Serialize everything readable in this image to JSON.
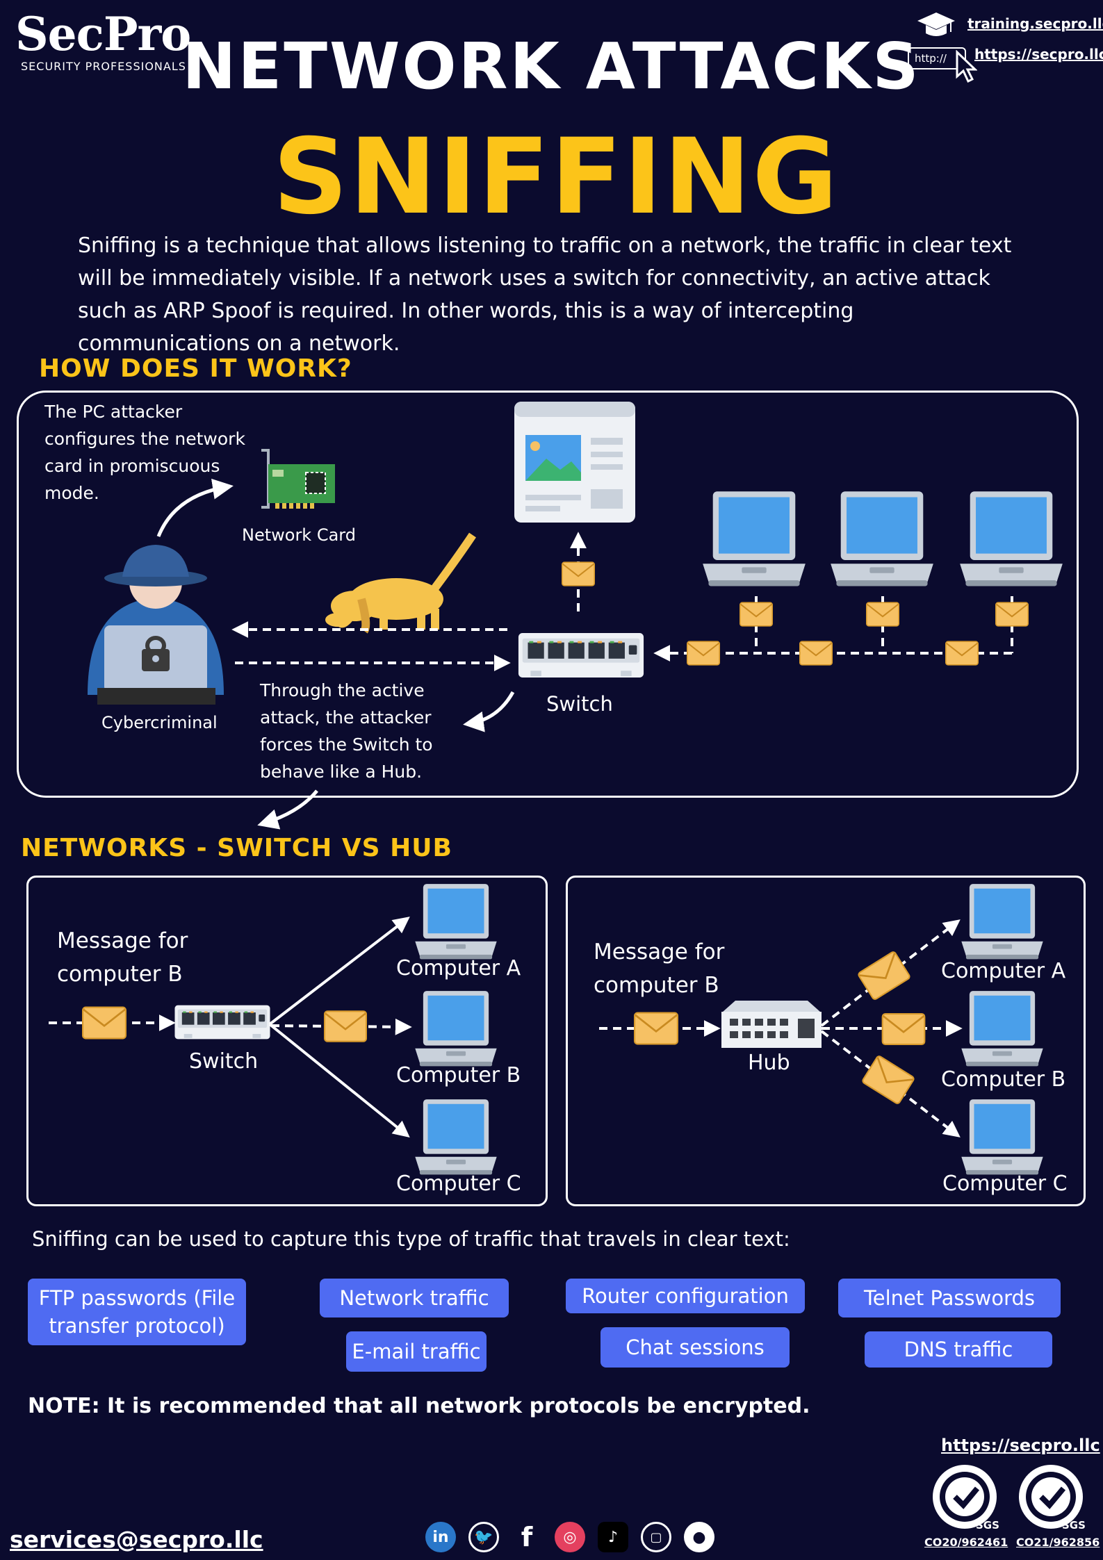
{
  "header": {
    "logo_text": "SecPro",
    "logo_tagline": "SECURITY PROFESSIONALS",
    "title": "NETWORK ATTACKS",
    "subtitle": "SNIFFING",
    "link_training": "training.secpro.llc",
    "link_site": "https://secpro.llc",
    "http_label": "http://"
  },
  "intro": "Sniffing is a technique that allows listening to traffic on a network, the traffic in clear text will be immediately visible. If a network uses a switch for connectivity, an active attack such as ARP Spoof is required. In other words, this is a way of intercepting communications on a network.",
  "how": {
    "heading": "HOW DOES IT WORK?",
    "attacker_note": "The PC attacker configures the network card in promiscuous mode.",
    "network_card": "Network Card",
    "cybercriminal": "Cybercriminal",
    "switch": "Switch",
    "active_attack_note": "Through the active attack, the attacker forces the Switch to behave like a Hub."
  },
  "compare": {
    "heading": "NETWORKS - SWITCH VS HUB",
    "switch_box": {
      "message": "Message for computer B",
      "device": "Switch",
      "computers": [
        "Computer A",
        "Computer B",
        "Computer C"
      ]
    },
    "hub_box": {
      "message": "Message for computer B",
      "device": "Hub",
      "computers": [
        "Computer A",
        "Computer B",
        "Computer C"
      ]
    }
  },
  "capture": {
    "intro": "Sniffing can be used to capture this type of traffic that travels in clear text:",
    "items": [
      "FTP passwords (File transfer protocol)",
      "Network traffic",
      "Router configuration",
      "Telnet Passwords",
      "E-mail traffic",
      "Chat sessions",
      "DNS traffic"
    ]
  },
  "note": "NOTE: It is recommended that all network protocols be encrypted.",
  "footer": {
    "site": "https://secpro.llc",
    "email": "services@secpro.llc",
    "badge1": "CO20/962461",
    "badge2": "CO21/962856",
    "badge_brand": "SGS",
    "social": [
      "linkedin-icon",
      "twitter-icon",
      "facebook-icon",
      "instagram-icon",
      "tiktok-icon",
      "twitch-icon",
      "github-icon"
    ]
  },
  "colors": {
    "background": "#0b0b2e",
    "accent": "#fcc419",
    "pill": "#4f6bf2",
    "screen": "#4a9fea"
  }
}
